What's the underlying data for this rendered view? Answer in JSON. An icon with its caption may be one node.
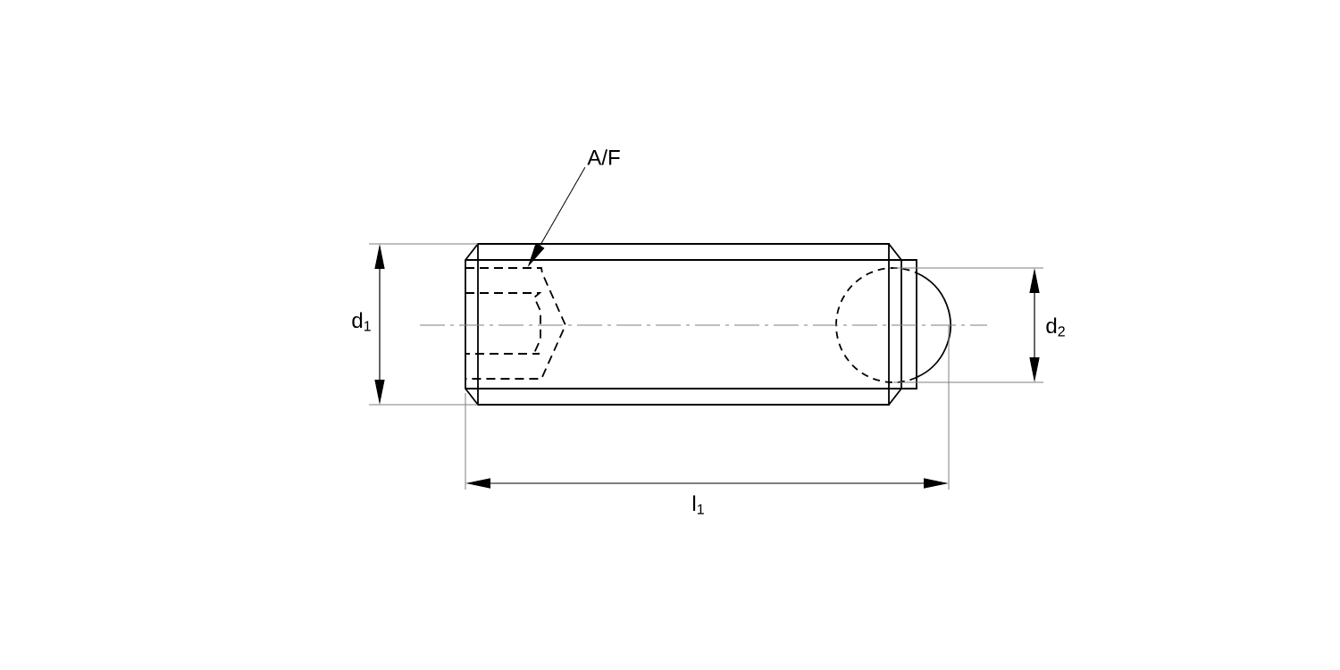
{
  "diagram": {
    "nodes": [
      {
        "text": [
          "A/F"
        ]
      },
      {
        "text": [],
        "shape": "picture"
      }
    ],
    "edges": [
      {
        "from": 0,
        "to": 1,
        "arrow": "to"
      }
    ],
    "labels": [
      "d$_{1}$",
      "d$_{2}$",
      "l$_{1}$"
    ]
  }
}
